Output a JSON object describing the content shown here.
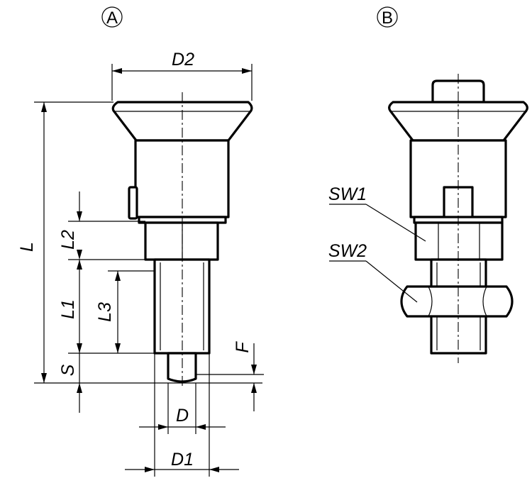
{
  "view_a": {
    "marker": "A"
  },
  "view_b": {
    "marker": "B"
  },
  "dimensions": {
    "d2": "D2",
    "l": "L",
    "l2": "L2",
    "l1": "L1",
    "l3": "L3",
    "s": "S",
    "f": "F",
    "d": "D",
    "d1": "D1"
  },
  "callouts": {
    "sw1": "SW1",
    "sw2": "SW2"
  }
}
